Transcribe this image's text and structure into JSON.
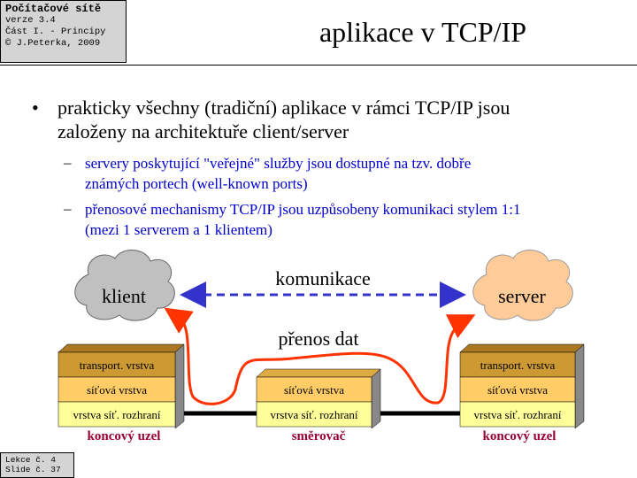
{
  "header": {
    "course": "Počítačové sítě",
    "version": "verze 3.4",
    "part": "Část I. - Principy",
    "copyright": "© J.Peterka, 2009",
    "title": "aplikace v TCP/IP"
  },
  "bullet": {
    "main_line1": "prakticky všechny (tradiční) aplikace v rámci TCP/IP jsou",
    "main_line2": "založeny na architektuře client/server",
    "sub1_line1": "servery poskytující \"veřejné\" služby jsou dostupné na tzv. dobře",
    "sub1_line2": "známých portech (well-known ports)",
    "sub2_line1": "přenosové mechanismy TCP/IP jsou uzpůsobeny komunikaci stylem 1:1",
    "sub2_line2": "(mezi 1 serverem a 1 klientem)"
  },
  "diagram": {
    "client_label": "klient",
    "server_label": "server",
    "communication_label": "komunikace",
    "transfer_label": "přenos dat",
    "layer_transport": "transport. vrstva",
    "layer_network": "síťová vrstva",
    "layer_link": "vrstva síť. rozhraní",
    "end_node_label": "koncový uzel",
    "router_label": "směrovač",
    "colors": {
      "client_cloud": "#c0c0c0",
      "server_cloud": "#ffcc99",
      "transport": "#cc9933",
      "network": "#ffcc66",
      "link": "#ffff99",
      "arrow": "#3333cc",
      "data_path": "#ff3300",
      "node_label": "#990033"
    }
  },
  "footer": {
    "lecture": "Lekce č. 4",
    "slide": "Slide č. 37"
  }
}
